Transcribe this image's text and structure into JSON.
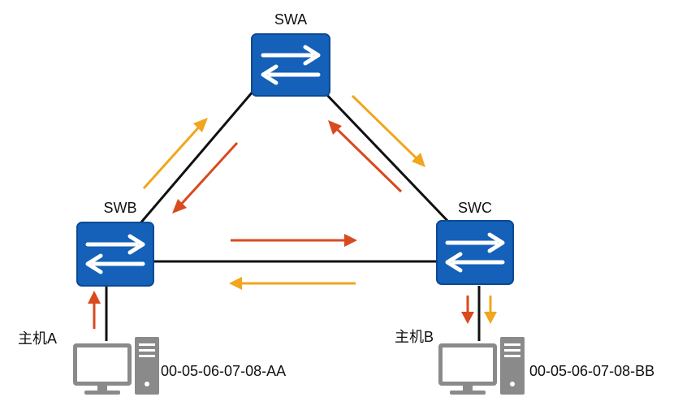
{
  "switches": [
    {
      "id": "swa",
      "label": "SWA"
    },
    {
      "id": "swb",
      "label": "SWB"
    },
    {
      "id": "swc",
      "label": "SWC"
    }
  ],
  "hosts": [
    {
      "id": "host-a",
      "label": "主机A",
      "mac": "00-05-06-07-08-AA"
    },
    {
      "id": "host-b",
      "label": "主机B",
      "mac": "00-05-06-07-08-BB"
    }
  ],
  "colors": {
    "switch_fill": "#1560B8",
    "switch_border": "#0B4A93",
    "link": "#111111",
    "red_arrow": "#D94A1E",
    "orange_arrow": "#F1A61E",
    "computer": "#8A8A8A"
  }
}
